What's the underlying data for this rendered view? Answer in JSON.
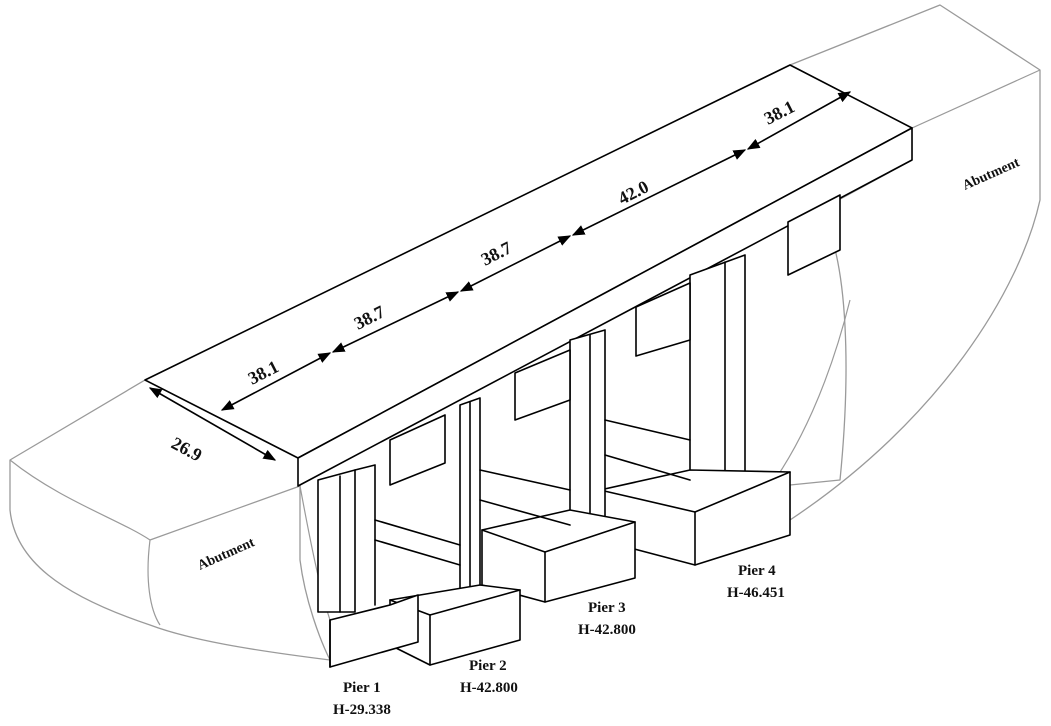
{
  "diagram": {
    "width_label": "26.9",
    "spans": [
      "38.1",
      "38.7",
      "38.7",
      "42.0",
      "38.1"
    ],
    "abutments": {
      "left": "Abutment",
      "right": "Abutment"
    },
    "piers": [
      {
        "name": "Pier 1",
        "height": "H-29.338"
      },
      {
        "name": "Pier 2",
        "height": "H-42.800"
      },
      {
        "name": "Pier 3",
        "height": "H-42.800"
      },
      {
        "name": "Pier 4",
        "height": "H-46.451"
      }
    ]
  }
}
